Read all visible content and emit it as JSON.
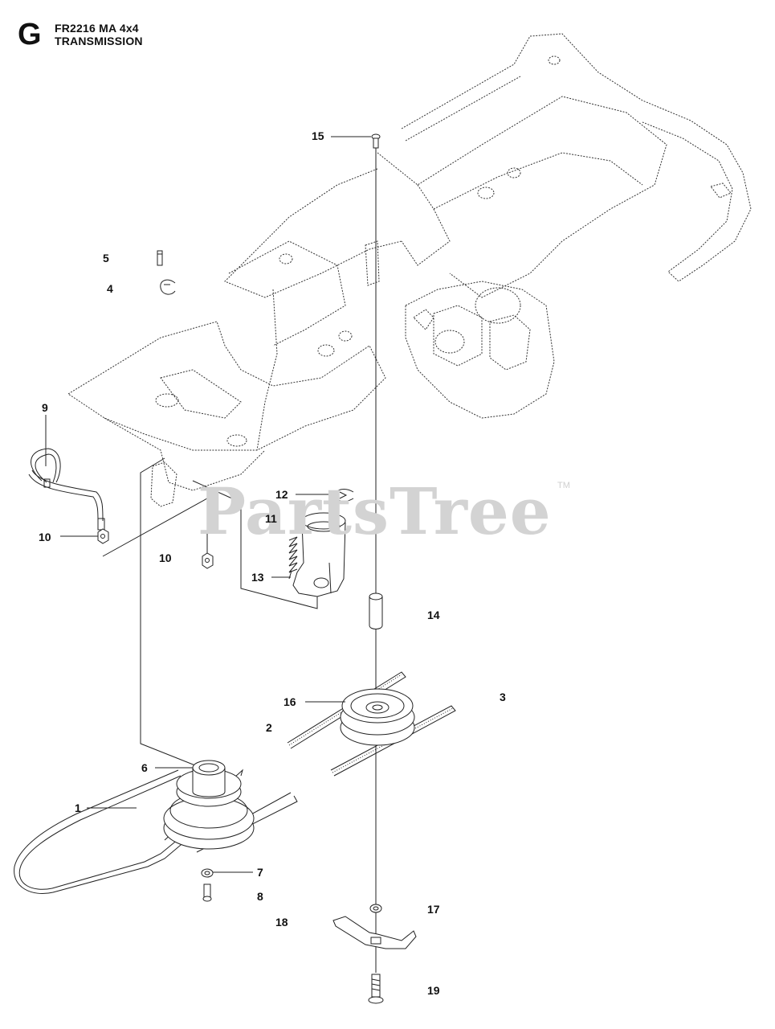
{
  "header": {
    "section_letter": "G",
    "model": "FR2216 MA 4x4",
    "title": "TRANSMISSION"
  },
  "watermark": {
    "text": "PartsTree",
    "trademark": "TM"
  },
  "callouts": [
    {
      "id": "15",
      "text": "15"
    },
    {
      "id": "5",
      "text": "5"
    },
    {
      "id": "4",
      "text": "4"
    },
    {
      "id": "9",
      "text": "9"
    },
    {
      "id": "12",
      "text": "12"
    },
    {
      "id": "11",
      "text": "11"
    },
    {
      "id": "10a",
      "text": "10"
    },
    {
      "id": "10b",
      "text": "10"
    },
    {
      "id": "13",
      "text": "13"
    },
    {
      "id": "14",
      "text": "14"
    },
    {
      "id": "16",
      "text": "16"
    },
    {
      "id": "3",
      "text": "3"
    },
    {
      "id": "2",
      "text": "2"
    },
    {
      "id": "6",
      "text": "6"
    },
    {
      "id": "1",
      "text": "1"
    },
    {
      "id": "7",
      "text": "7"
    },
    {
      "id": "8",
      "text": "8"
    },
    {
      "id": "18",
      "text": "18"
    },
    {
      "id": "17",
      "text": "17"
    },
    {
      "id": "19",
      "text": "19"
    }
  ]
}
